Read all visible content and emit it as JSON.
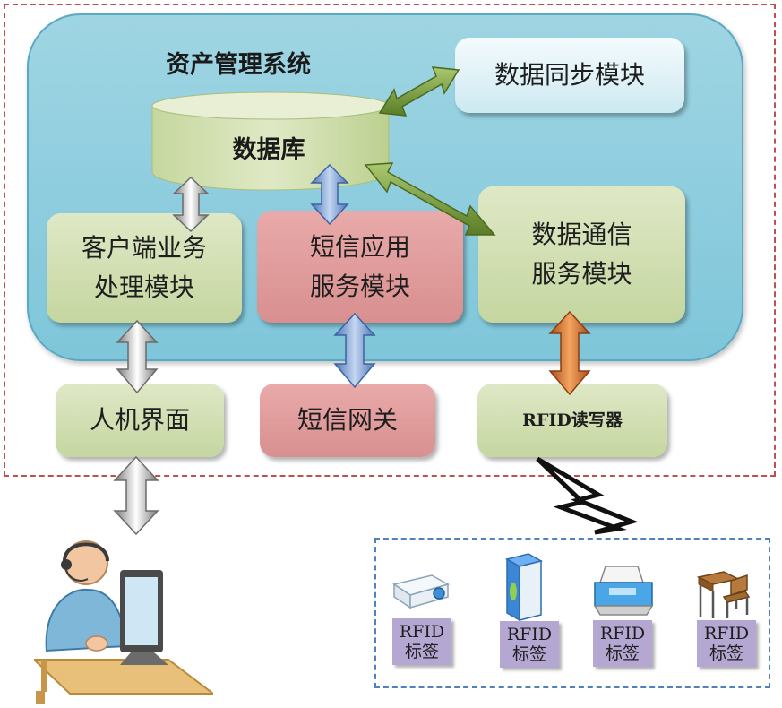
{
  "system": {
    "title": "资产管理系统"
  },
  "modules": {
    "database": "数据库",
    "data_sync": "数据同步模块",
    "client_business": "客户端业务\n处理模块",
    "sms_app": "短信应用\n服务模块",
    "data_comm": "数据通信\n服务模块",
    "hmi": "人机界面",
    "sms_gateway": "短信网关",
    "rfid_reader": "RFID读写器"
  },
  "tags": [
    {
      "label": "RFID\n标签",
      "device": "projector"
    },
    {
      "label": "RFID\n标签",
      "device": "server"
    },
    {
      "label": "RFID\n标签",
      "device": "printer"
    },
    {
      "label": "RFID\n标签",
      "device": "desk"
    }
  ],
  "colors": {
    "outer_border": "#c0504d",
    "system_bg": "#8ccddf",
    "green_box": "#d3e0b3",
    "red_box": "#dd9999",
    "tag_box": "#b4a7d2",
    "tag_border": "#4f81bd",
    "arrow_green": "#7a9a3c",
    "arrow_blue": "#6f95cf",
    "arrow_gray": "#9a9a9a",
    "arrow_orange": "#d2691e"
  }
}
